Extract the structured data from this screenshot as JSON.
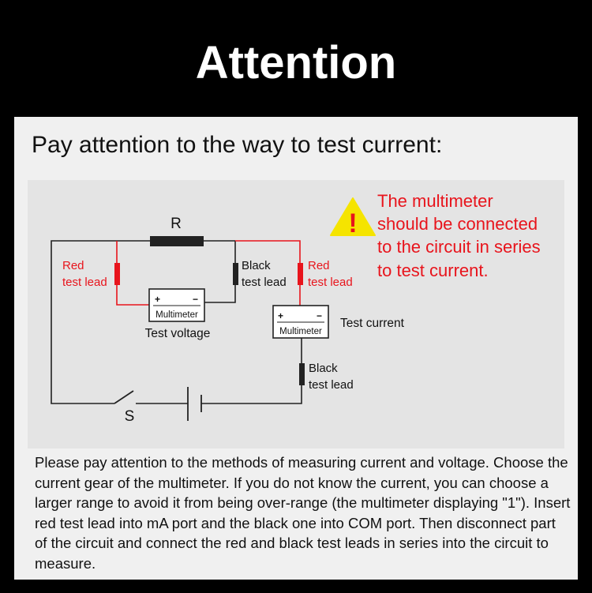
{
  "header": {
    "title": "Attention"
  },
  "card": {
    "heading": "Pay attention to the way to test current:",
    "body": "Please pay attention to the methods of measuring current and voltage. Choose the current gear of the multimeter. If you do not know the current, you can choose a larger range to avoid it from being over-range (the multimeter displaying \"1\"). Insert red test lead into mA port and the black one into COM port. Then disconnect part of the circuit and connect the red and black test leads in series into the circuit to measure."
  },
  "diagram": {
    "warning_lines": [
      "The multimeter",
      "should be connected",
      "to the circuit in series",
      "to test current."
    ],
    "warning_icon_mark": "!",
    "resistor_label": "R",
    "switch_label": "S",
    "red_lead_left": [
      "Red",
      "test lead"
    ],
    "black_lead_left": [
      "Black",
      "test lead"
    ],
    "red_lead_right": [
      "Red",
      "test lead"
    ],
    "black_lead_bottom": [
      "Black",
      "test lead"
    ],
    "meter_voltage": {
      "plus": "+",
      "minus": "−",
      "name": "Multimeter",
      "caption": "Test voltage"
    },
    "meter_current": {
      "plus": "+",
      "minus": "−",
      "name": "Multimeter",
      "caption": "Test current"
    }
  },
  "colors": {
    "red": "#e8141c",
    "warning_yellow": "#f5e400",
    "wire": "#222222"
  }
}
